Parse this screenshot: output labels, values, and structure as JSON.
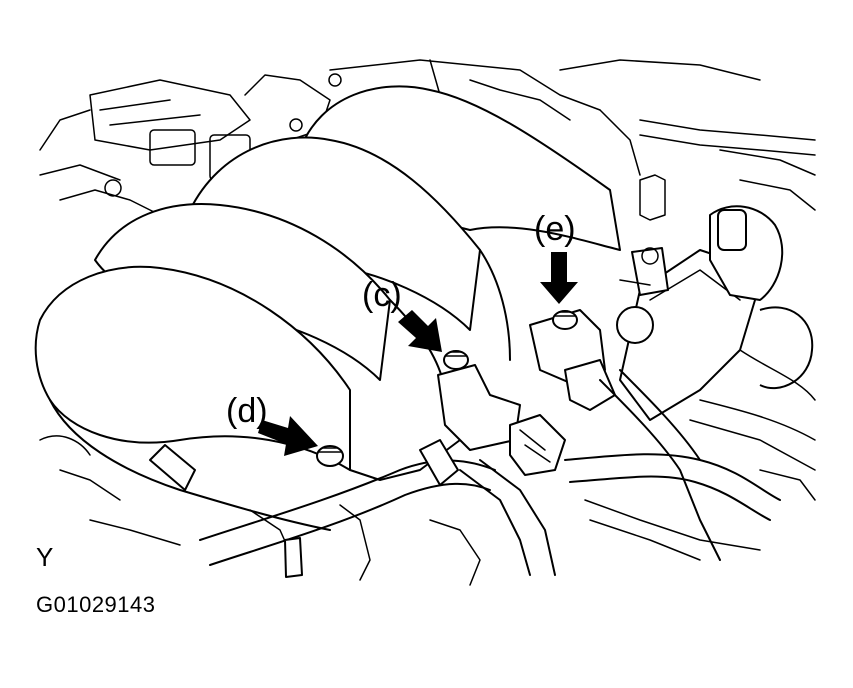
{
  "callouts": {
    "c": "(c)",
    "d": "(d)",
    "e": "(e)"
  },
  "view_mark": "Y",
  "figure_id": "G01029143",
  "colors": {
    "line": "#000000",
    "background": "#ffffff"
  }
}
